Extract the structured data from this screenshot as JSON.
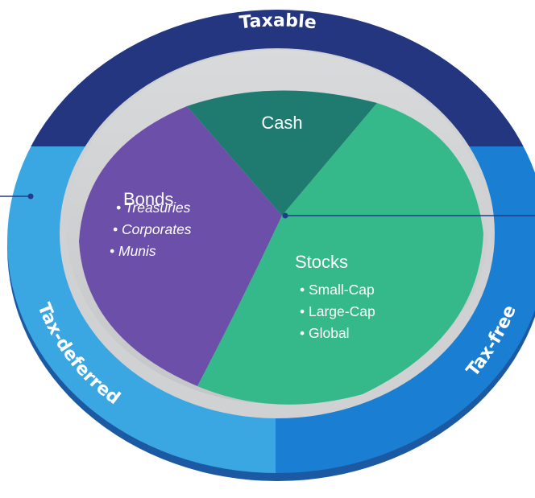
{
  "ring": {
    "top_label": "Taxable",
    "left_label": "Tax-deferred",
    "right_label": "Tax-free",
    "colors": {
      "taxable": "#23367f",
      "tax_deferred": "#3aa7e3",
      "tax_free": "#1a7fd2"
    }
  },
  "pie": {
    "cash": {
      "title": "Cash",
      "color": "#1f7a70"
    },
    "bonds": {
      "title": "Bonds",
      "color": "#6c4fa8",
      "items": [
        "• Treasuries",
        "• Corporates",
        "• Munis"
      ]
    },
    "stocks": {
      "title": "Stocks",
      "color": "#35b98b",
      "items": [
        "• Small-Cap",
        "• Large-Cap",
        "• Global"
      ]
    }
  }
}
